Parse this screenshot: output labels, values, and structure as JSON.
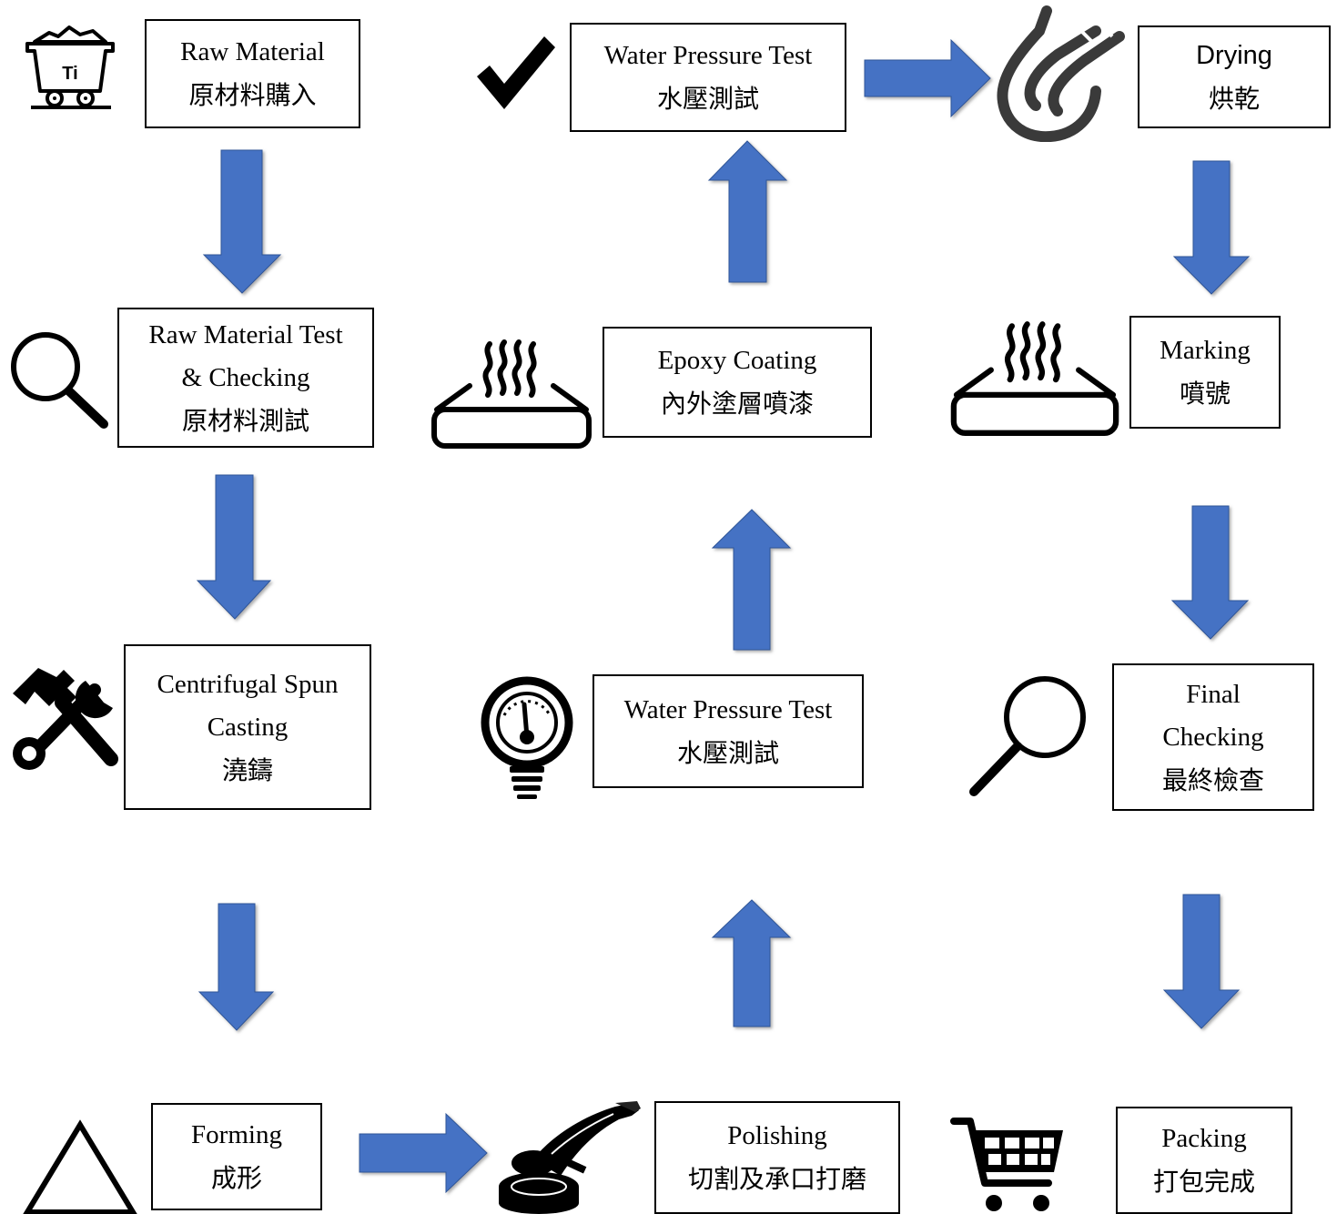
{
  "colors": {
    "arrow": "#4472C4",
    "arrow_edge": "#2F5597",
    "box_border": "#000000",
    "icon": "#000000",
    "drying_icon": "#3a3a3a"
  },
  "steps": {
    "raw_material": {
      "en": "Raw Material",
      "zh": "原材料購入",
      "icon": "mine-cart-icon",
      "icon_text": "Ti"
    },
    "raw_test": {
      "en1": "Raw Material Test",
      "en2": "& Checking",
      "zh": "原材料測試",
      "icon": "magnifier-icon"
    },
    "casting": {
      "en1": "Centrifugal Spun",
      "en2": "Casting",
      "zh": "澆鑄",
      "icon": "tools-icon"
    },
    "forming": {
      "en": "Forming",
      "zh": "成形",
      "icon": "triangle-icon"
    },
    "polishing": {
      "en": "Polishing",
      "zh": "切割及承口打磨",
      "icon": "polisher-icon"
    },
    "pressure_test_1": {
      "en": "Water Pressure Test",
      "zh": "水壓測試",
      "icon": "pressure-gauge-icon"
    },
    "epoxy": {
      "en": "Epoxy Coating",
      "zh": "內外塗層噴漆",
      "icon": "heated-tray-icon"
    },
    "pressure_test_2": {
      "en": "Water Pressure Test",
      "zh": "水壓測試",
      "icon": "checkmark-icon"
    },
    "drying": {
      "en": "Drying",
      "zh": "烘乾",
      "icon": "water-drop-icon"
    },
    "marking": {
      "en": "Marking",
      "zh": "噴號",
      "icon": "heated-tray-icon"
    },
    "final_check": {
      "en1": "Final",
      "en2": "Checking",
      "zh": "最終檢查",
      "icon": "magnifier-icon"
    },
    "packing": {
      "en": "Packing",
      "zh": "打包完成",
      "icon": "shopping-cart-icon"
    }
  }
}
